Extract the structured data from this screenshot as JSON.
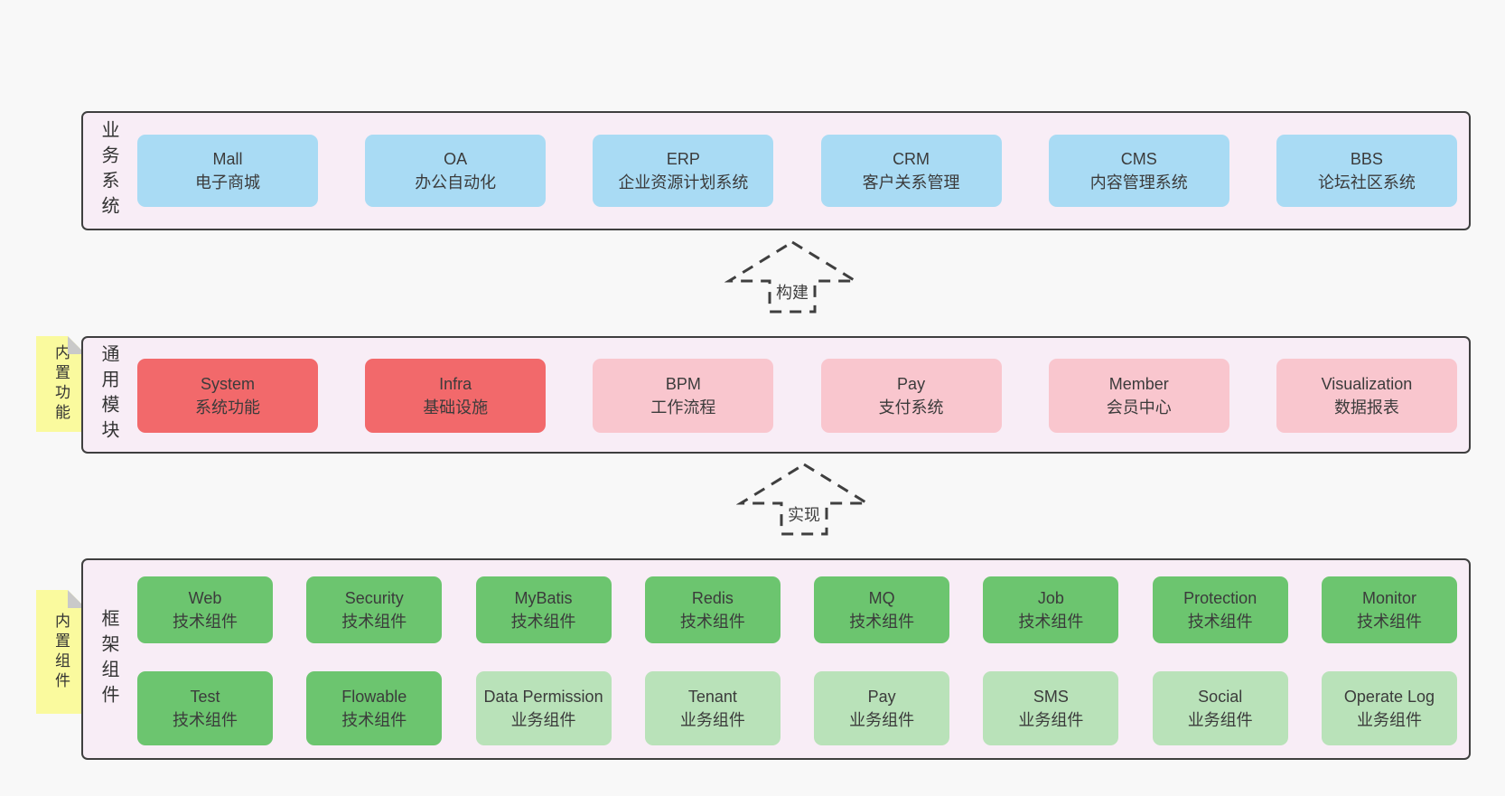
{
  "diagram": {
    "layers": [
      {
        "label": "业务系统",
        "boxes": [
          {
            "title": "Mall",
            "subtitle": "电子商城"
          },
          {
            "title": "OA",
            "subtitle": "办公自动化"
          },
          {
            "title": "ERP",
            "subtitle": "企业资源计划系统"
          },
          {
            "title": "CRM",
            "subtitle": "客户关系管理"
          },
          {
            "title": "CMS",
            "subtitle": "内容管理系统"
          },
          {
            "title": "BBS",
            "subtitle": "论坛社区系统"
          }
        ]
      },
      {
        "label": "通用模块",
        "note": "内置功能",
        "boxes": [
          {
            "title": "System",
            "subtitle": "系统功能"
          },
          {
            "title": "Infra",
            "subtitle": "基础设施"
          },
          {
            "title": "BPM",
            "subtitle": "工作流程"
          },
          {
            "title": "Pay",
            "subtitle": "支付系统"
          },
          {
            "title": "Member",
            "subtitle": "会员中心"
          },
          {
            "title": "Visualization",
            "subtitle": "数据报表"
          }
        ]
      },
      {
        "label": "框架组件",
        "note": "内置组件",
        "rows": [
          [
            {
              "title": "Web",
              "subtitle": "技术组件"
            },
            {
              "title": "Security",
              "subtitle": "技术组件"
            },
            {
              "title": "MyBatis",
              "subtitle": "技术组件"
            },
            {
              "title": "Redis",
              "subtitle": "技术组件"
            },
            {
              "title": "MQ",
              "subtitle": "技术组件"
            },
            {
              "title": "Job",
              "subtitle": "技术组件"
            },
            {
              "title": "Protection",
              "subtitle": "技术组件"
            },
            {
              "title": "Monitor",
              "subtitle": "技术组件"
            }
          ],
          [
            {
              "title": "Test",
              "subtitle": "技术组件"
            },
            {
              "title": "Flowable",
              "subtitle": "技术组件"
            },
            {
              "title": "Data Permission",
              "subtitle": "业务组件"
            },
            {
              "title": "Tenant",
              "subtitle": "业务组件"
            },
            {
              "title": "Pay",
              "subtitle": "业务组件"
            },
            {
              "title": "SMS",
              "subtitle": "业务组件"
            },
            {
              "title": "Social",
              "subtitle": "业务组件"
            },
            {
              "title": "Operate Log",
              "subtitle": "业务组件"
            }
          ]
        ]
      }
    ],
    "arrows": [
      {
        "label": "构建"
      },
      {
        "label": "实现"
      }
    ],
    "colors": {
      "canvas_bg": "#f8f8f8",
      "panel_bg": "#f8edf6",
      "panel_border": "#3f3f3f",
      "blue": "#a9dbf4",
      "red": "#f2696b",
      "pink": "#f9c6ce",
      "green": "#6cc56f",
      "green_light": "#b9e2b9",
      "note_yellow": "#fafa9e",
      "note_fold": "#c9c9c9",
      "text": "#3b3b3b"
    }
  }
}
